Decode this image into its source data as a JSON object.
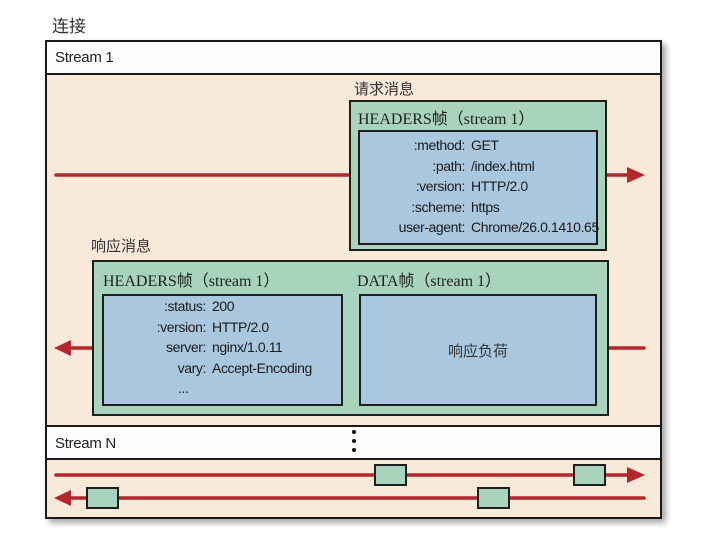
{
  "diagram": {
    "connection_label": "连接",
    "streams": [
      {
        "label": "Stream 1",
        "request": {
          "title": "请求消息",
          "frames": [
            {
              "title": "HEADERS帧（stream 1）",
              "headers": [
                {
                  "key": ":method:",
                  "value": "GET"
                },
                {
                  "key": ":path:",
                  "value": "/index.html"
                },
                {
                  "key": ":version:",
                  "value": "HTTP/2.0"
                },
                {
                  "key": ":scheme:",
                  "value": "https"
                },
                {
                  "key": "user-agent:",
                  "value": "Chrome/26.0.1410.65"
                }
              ]
            }
          ],
          "direction": "right"
        },
        "response": {
          "title": "响应消息",
          "frames": [
            {
              "title": "HEADERS帧（stream 1）",
              "headers": [
                {
                  "key": ":status:",
                  "value": "200"
                },
                {
                  "key": ":version:",
                  "value": "HTTP/2.0"
                },
                {
                  "key": "server:",
                  "value": "nginx/1.0.11"
                },
                {
                  "key": "vary:",
                  "value": "Accept-Encoding"
                },
                {
                  "key": "",
                  "value": "..."
                }
              ]
            },
            {
              "title": "DATA帧（stream 1）",
              "payload": "响应负荷"
            }
          ],
          "direction": "left"
        }
      },
      {
        "label": "Stream N",
        "ellipsis": "⋮",
        "lanes": [
          {
            "direction": "right",
            "frame_count": 2
          },
          {
            "direction": "left",
            "frame_count": 2
          }
        ]
      }
    ],
    "colors": {
      "arrow": "#b5272d",
      "frame_fill": "#a8d4be",
      "header_block_fill": "#a9c8e0",
      "stream_body_fill": "#f8e9d8",
      "border": "#1e1e1e"
    }
  }
}
